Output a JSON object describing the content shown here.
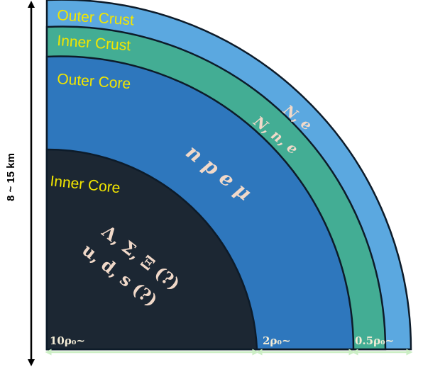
{
  "layers": {
    "outer_crust": {
      "label": "Outer Crust",
      "composition": "N, e",
      "color": "#5ba8e0"
    },
    "inner_crust": {
      "label": "Inner Crust",
      "composition": "N, n, e",
      "color": "#43ad94"
    },
    "outer_core": {
      "label": "Outer Core",
      "composition": "n p e μ",
      "color": "#2e77bd"
    },
    "inner_core": {
      "label": "Inner Core",
      "composition_line1": "Λ, Σ, Ξ (?)",
      "composition_line2": "u, d, s (?)",
      "color": "#1c2733"
    }
  },
  "densities": {
    "inner_core": "10ρ₀~",
    "outer_core": "2ρ₀~",
    "crust": "0.5ρ₀~"
  },
  "radius": "8 ~ 15 km",
  "colors": {
    "text_yellow": "#f2e600",
    "arrow_green": "#cbeec4",
    "outline": "#0d1b29"
  }
}
